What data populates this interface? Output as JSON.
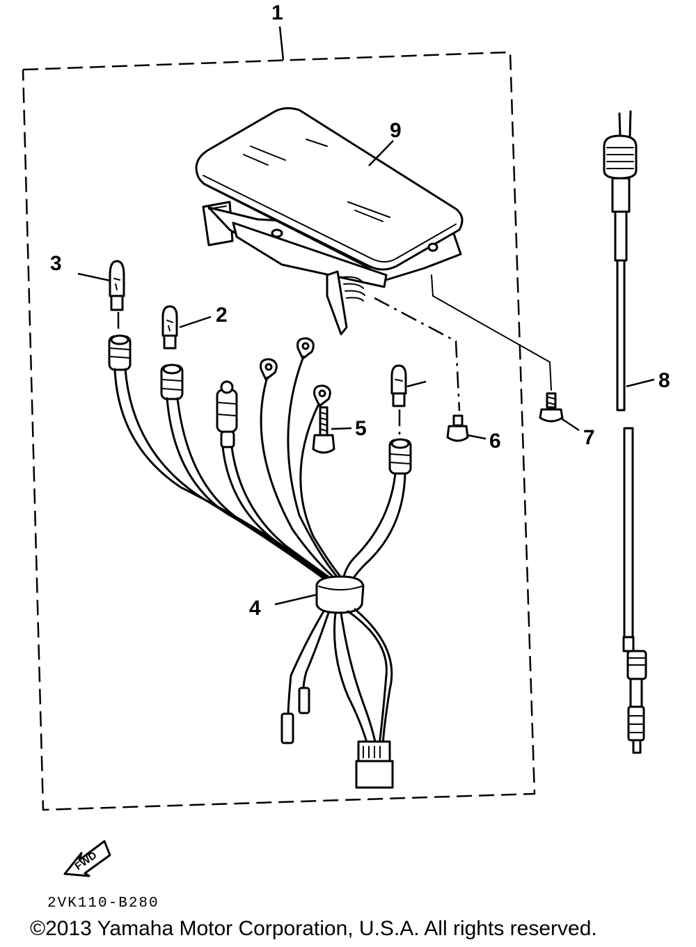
{
  "callouts": {
    "assembly": "1",
    "bulb_2": "2",
    "bulb_3": "3",
    "wire_harness": "4",
    "screw_5": "5",
    "screw_6": "6",
    "screw_7": "7",
    "meter_cable": "8",
    "meter_case": "9"
  },
  "fwd_arrow_label": "FWD",
  "reference_code": "2VK110-B280",
  "copyright": "©2013 Yamaha Motor Corporation, U.S.A. All rights reserved.",
  "colors": {
    "ink": "#000000",
    "paper": "#ffffff"
  }
}
